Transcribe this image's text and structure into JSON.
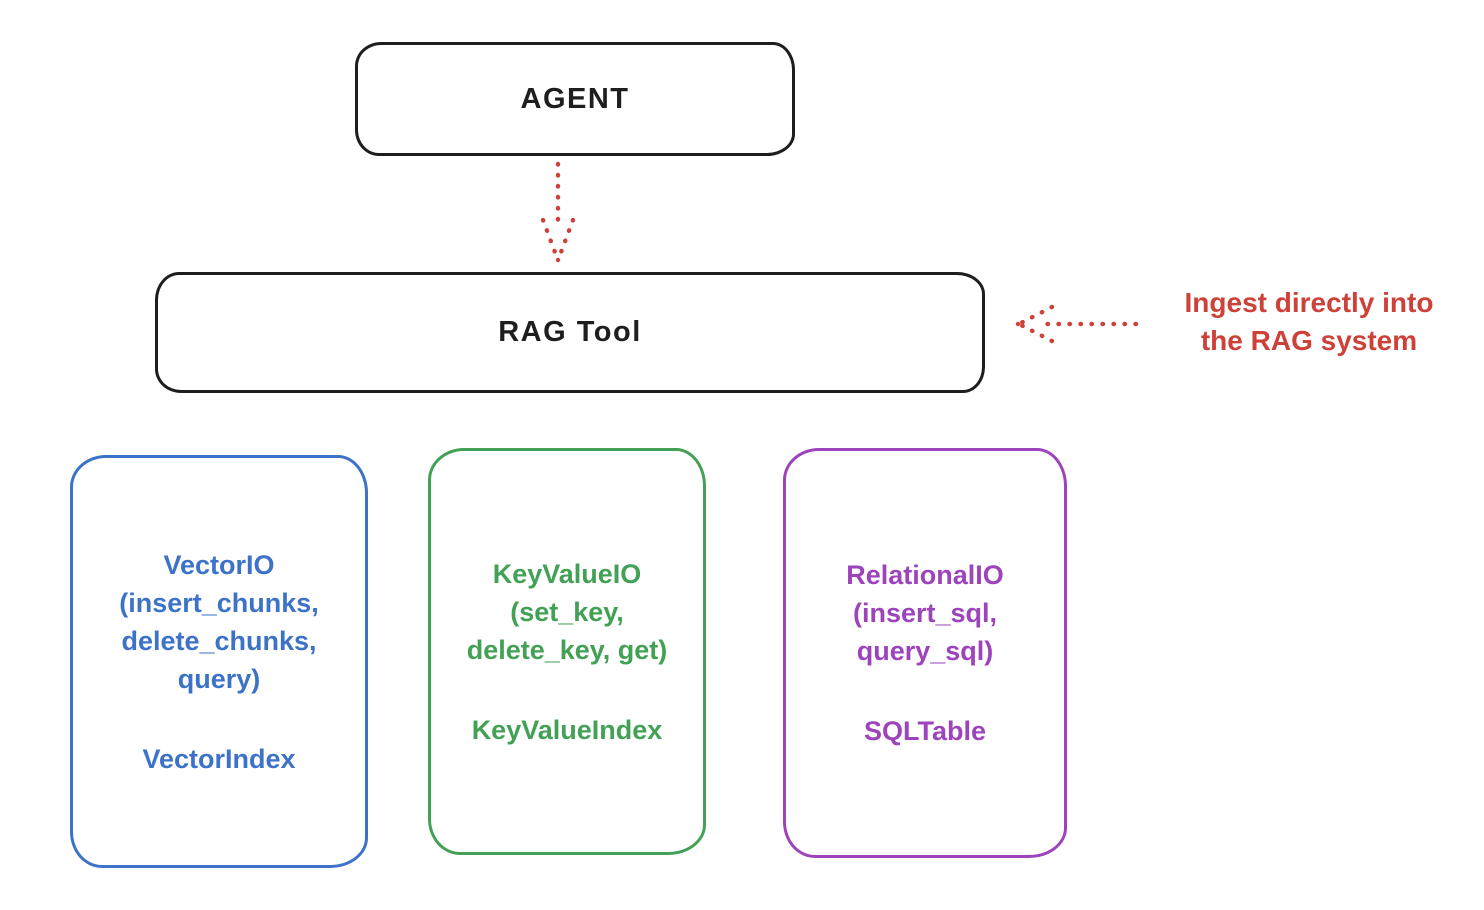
{
  "colors": {
    "stroke": "#1e1e1e",
    "red": "#cd4139",
    "background": "#ffffff"
  },
  "agent_box": {
    "label": "AGENT"
  },
  "rag_tool_box": {
    "label": "RAG Tool"
  },
  "annotation": {
    "text": "Ingest directly into\nthe RAG system"
  },
  "io_boxes": [
    {
      "id": "vector-io",
      "methods": "VectorIO\n(insert_chunks,\ndelete_chunks,\nquery)",
      "index_class": "VectorIndex",
      "color": "#3c73c8"
    },
    {
      "id": "keyvalue-io",
      "methods": "KeyValueIO\n(set_key,\ndelete_key, get)",
      "index_class": "KeyValueIndex",
      "color": "#43a156"
    },
    {
      "id": "relational-io",
      "methods": "RelationalIO\n(insert_sql,\nquery_sql)",
      "index_class": "SQLTable",
      "color": "#9d44bc"
    }
  ]
}
